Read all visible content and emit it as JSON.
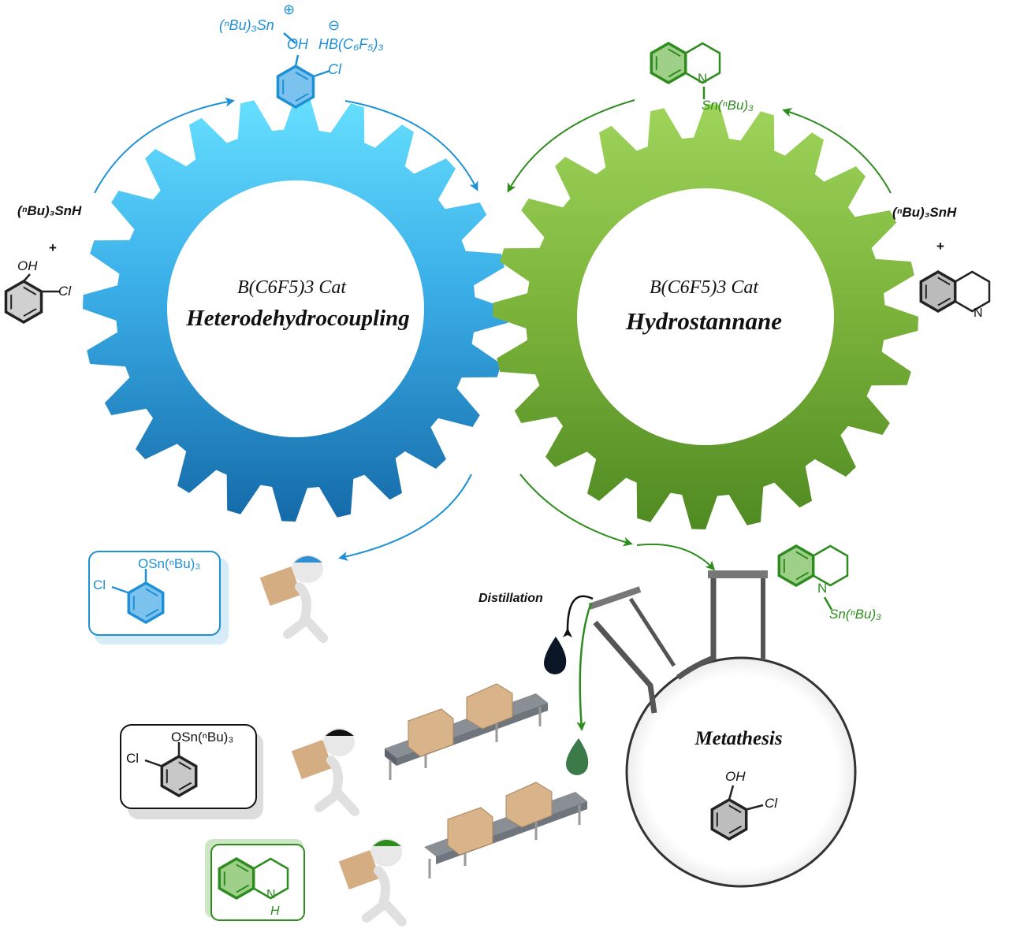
{
  "gear_left": {
    "line1": "B(C6F5)3 Cat",
    "line2": "Heterodehydrocoupling"
  },
  "gear_right": {
    "line1": "B(C6F5)3 Cat",
    "line2": "Hydrostannane"
  },
  "reagents": {
    "left_stannane": "(ⁿBu)₃SnH",
    "left_plus": "+",
    "left_phenol_oh": "OH",
    "left_phenol_cl": "Cl",
    "right_stannane": "(ⁿBu)₃SnH",
    "right_plus": "+",
    "right_quinoline_n": "N"
  },
  "intermediates": {
    "blue_top": {
      "sn": "(ⁿBu)₃Sn",
      "oh": "OH",
      "cl": "Cl",
      "anion": "HB(C₆F₅)₃",
      "plus": "⊕",
      "minus": "⊖"
    },
    "green_top": {
      "n": "N",
      "sn": "Sn(ⁿBu)₃"
    },
    "green_right": {
      "n": "N",
      "sn": "Sn(ⁿBu)₃"
    }
  },
  "products": {
    "blue_box": {
      "osn": "OSn(ⁿBu)₃",
      "cl": "Cl"
    },
    "black_box": {
      "osn": "OSn(ⁿBu)₃",
      "cl": "Cl"
    },
    "green_box": {
      "nh": "N",
      "h": "H"
    }
  },
  "flask": {
    "label": "Metathesis",
    "oh": "OH",
    "cl": "Cl",
    "distillation": "Distillation"
  },
  "colors": {
    "blue": "#1e90d6",
    "green": "#2e8b1e",
    "black": "#111111"
  }
}
